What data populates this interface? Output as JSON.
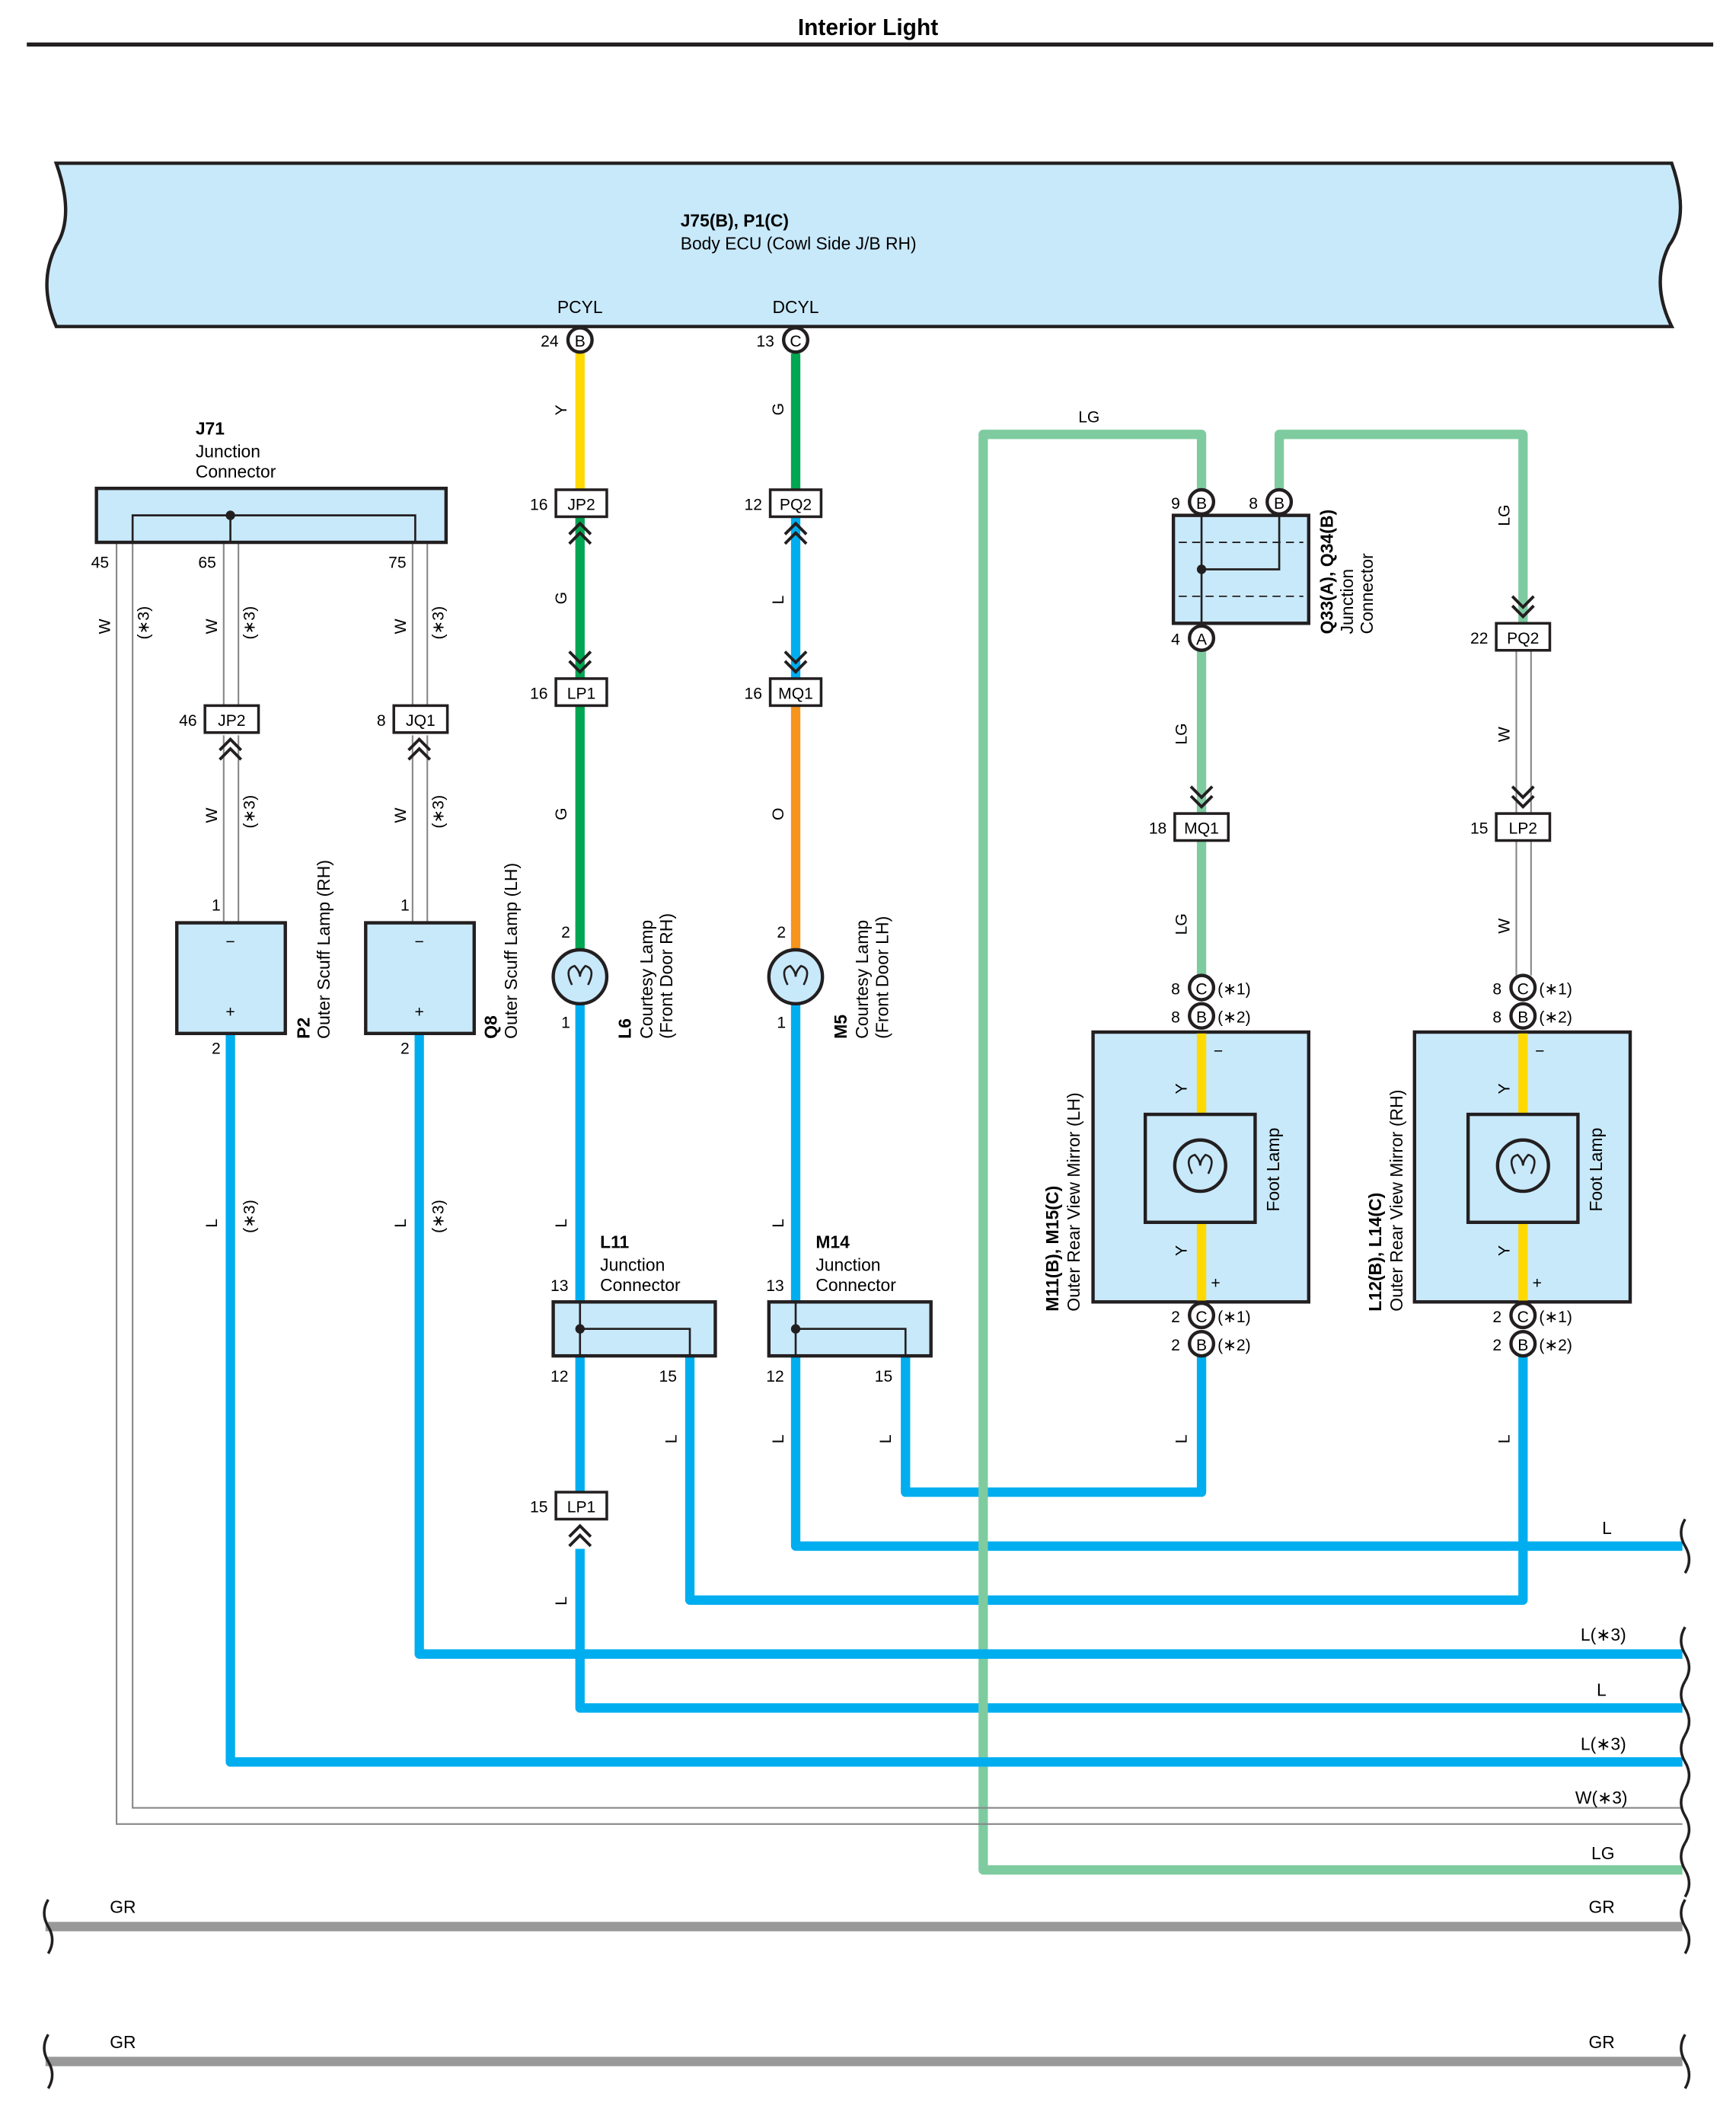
{
  "title": "Interior Light",
  "colors": {
    "Y": "#FFD900",
    "G": "#00A651",
    "L": "#00AEEF",
    "LG": "#7FCBA0",
    "O": "#F7941D",
    "GR": "#999999",
    "W": "#FFFFFF",
    "box_fill": "#C8E9FA",
    "outline": "#231F20"
  },
  "ecu": {
    "name": "J75(B), P1(C)",
    "description": "Body ECU (Cowl Side J/B RH)",
    "pcyl": {
      "signal": "PCYL",
      "pin": "24",
      "connector": "B"
    },
    "dcyl": {
      "signal": "DCYL",
      "pin": "13",
      "connector": "C"
    }
  },
  "j71": {
    "name": "J71",
    "line1": "Junction",
    "line2": "Connector",
    "pins": [
      "45",
      "65",
      "75"
    ]
  },
  "q33": {
    "name": "Q33(A), Q34(B)",
    "line1": "Junction",
    "line2": "Connector",
    "pin_top_left": "9",
    "pin_top_right": "8",
    "pin_bottom": "4",
    "conn_b": "B",
    "conn_a": "A"
  },
  "l11": {
    "name": "L11",
    "line1": "Junction",
    "line2": "Connector",
    "pins": [
      "13",
      "12",
      "15"
    ]
  },
  "m14": {
    "name": "M14",
    "line1": "Junction",
    "line2": "Connector",
    "pins": [
      "13",
      "12",
      "15"
    ]
  },
  "p2": {
    "name": "P2",
    "description": "Outer Scuff Lamp (RH)",
    "pin1": "1",
    "pin2": "2",
    "minus": "−",
    "plus": "+"
  },
  "q8": {
    "name": "Q8",
    "description": "Outer Scuff Lamp (LH)",
    "pin1": "1",
    "pin2": "2",
    "minus": "−",
    "plus": "+"
  },
  "l6": {
    "name": "L6",
    "line1": "Courtesy Lamp",
    "line2": "(Front Door RH)",
    "pin_top": "2",
    "pin_bottom": "1"
  },
  "m5": {
    "name": "M5",
    "line1": "Courtesy Lamp",
    "line2": "(Front Door LH)",
    "pin_top": "2",
    "pin_bottom": "1"
  },
  "mirror_lh": {
    "name": "M11(B), M15(C)",
    "description": "Outer Rear View Mirror (LH)",
    "lamp": "Foot Lamp"
  },
  "mirror_rh": {
    "name": "L12(B), L14(C)",
    "description": "Outer Rear View Mirror (RH)",
    "lamp": "Foot Lamp"
  },
  "mirror_pins": {
    "top_pin": "8",
    "bottom_pin": "2",
    "conn_c": "C",
    "conn_b": "B",
    "note1": "(∗1)",
    "note2": "(∗2)",
    "minus": "−",
    "plus": "+"
  },
  "connectors": {
    "jp2_a": {
      "label": "JP2",
      "pin": "16"
    },
    "lp1_a": {
      "label": "LP1",
      "pin": "16"
    },
    "pq2_a": {
      "label": "PQ2",
      "pin": "12"
    },
    "mq1_a": {
      "label": "MQ1",
      "pin": "16"
    },
    "jp2_b": {
      "label": "JP2",
      "pin": "46"
    },
    "jq1": {
      "label": "JQ1",
      "pin": "8"
    },
    "mq1_b": {
      "label": "MQ1",
      "pin": "18"
    },
    "pq2_b": {
      "label": "PQ2",
      "pin": "22"
    },
    "lp2": {
      "label": "LP2",
      "pin": "15"
    },
    "lp1_b": {
      "label": "LP1",
      "pin": "15"
    }
  },
  "wire_labels": {
    "y": "Y",
    "g": "G",
    "l": "L",
    "lg": "LG",
    "o": "O",
    "w": "W",
    "note3": "(∗3)"
  },
  "right_edge": [
    {
      "label": "L",
      "color": "#00AEEF"
    },
    {
      "label": "L(∗3)",
      "color": "#00AEEF"
    },
    {
      "label": "L",
      "color": "#00AEEF"
    },
    {
      "label": "L(∗3)",
      "color": "#00AEEF"
    },
    {
      "label": "W(∗3)",
      "color": "#FFFFFF"
    },
    {
      "label": "LG",
      "color": "#7FCBA0"
    }
  ],
  "ground_lines": [
    {
      "left_label": "GR",
      "right_label": "GR"
    },
    {
      "left_label": "GR",
      "right_label": "GR"
    }
  ]
}
